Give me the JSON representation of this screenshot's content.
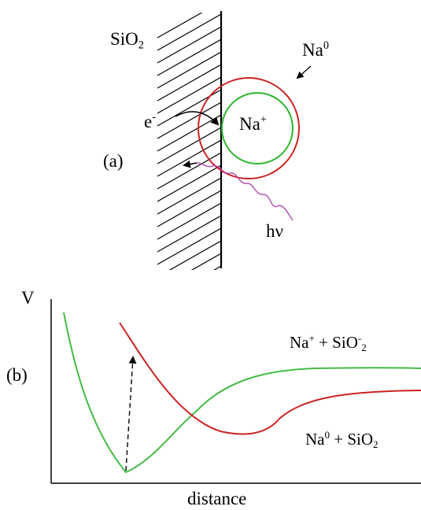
{
  "panel_a": {
    "panel_label": "(a)",
    "surface_label": {
      "base": "SiO",
      "sub": "2"
    },
    "electron_label": {
      "base": "e",
      "sup": "-"
    },
    "ion_label": {
      "base": "Na",
      "sup": "+"
    },
    "atom_label": {
      "base": "Na",
      "sup": "0"
    },
    "photon_label": "hν"
  },
  "panel_b": {
    "panel_label": "(b)",
    "y_axis_label": "V",
    "x_axis_label": "distance",
    "ionic_curve_label": {
      "a": "Na",
      "a_sup": "+",
      "plus": " + SiO",
      "b_sup": "-",
      "b_sub": "2"
    },
    "neutral_curve_label": {
      "a": "Na",
      "a_sup": "0",
      "plus": " + SiO",
      "b_sub": "2"
    }
  },
  "colors": {
    "ion_orbit": "#2db82d",
    "atom_orbit": "#cc2222",
    "photon": "#b04ab0",
    "ionic_curve": "#44bb44",
    "neutral_curve": "#cc2222",
    "ink": "#000000"
  }
}
